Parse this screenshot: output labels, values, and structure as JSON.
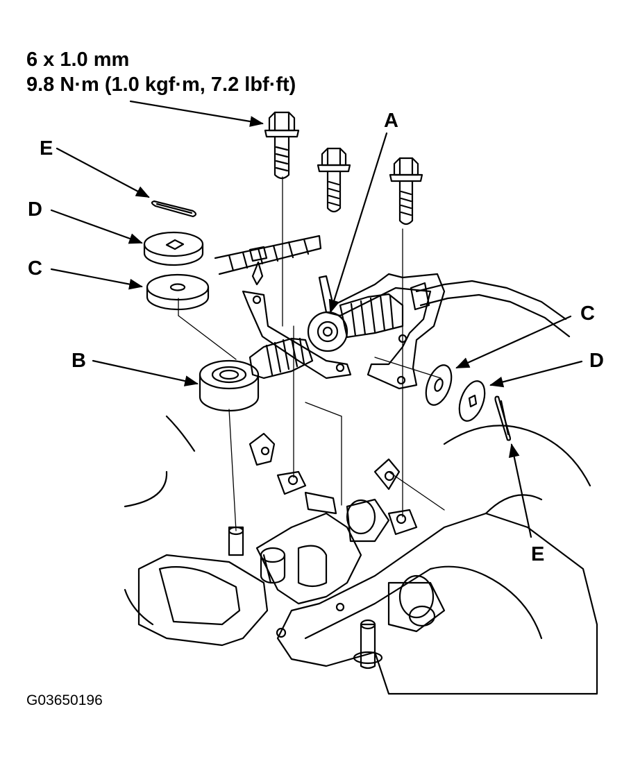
{
  "spec": {
    "bolt_size": "6 x 1.0 mm",
    "torque": "9.8 N·m (1.0 kgf·m, 7.2 lbf·ft)"
  },
  "callouts": {
    "A": "A",
    "B": "B",
    "C": "C",
    "D": "D",
    "E": "E"
  },
  "figure_code": "G03650196",
  "colors": {
    "ink": "#000000",
    "paper": "#ffffff"
  }
}
